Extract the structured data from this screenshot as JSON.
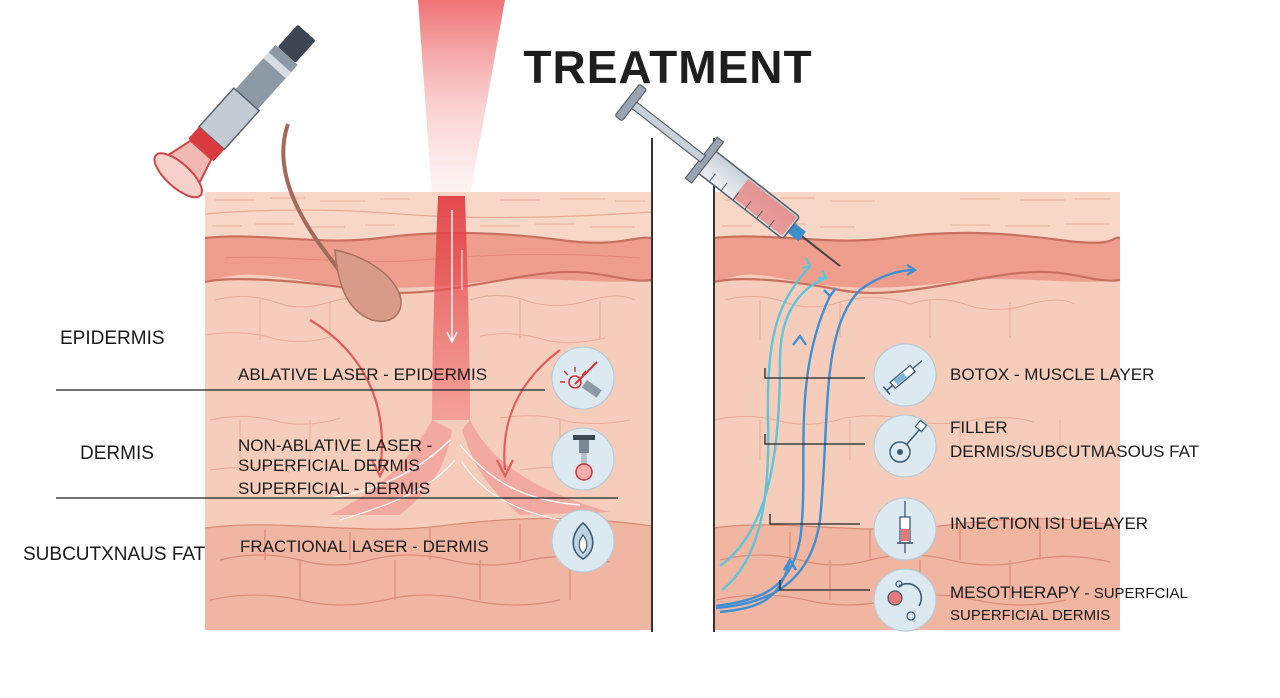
{
  "title": "TREATMENT",
  "layers": {
    "epidermis": "EPIDERMIS",
    "dermis": "DERMIS",
    "subcutaneous": "SUBCUTXNAUS FAT"
  },
  "left_treatments": {
    "ablative": "ABLATIVE LASER - EPIDERMIS",
    "nonablative_1": "NON-ABLATIVE LASER -",
    "nonablative_2": "SUPERFICIAL DERMIS",
    "nonablative_3": "SUPERFICIAL - DERMIS",
    "fractional": "FRACTIONAL LASER - DERMIS"
  },
  "right_treatments": {
    "botox": "BOTOX - MUSCLE LAYER",
    "filler_1": "FILLER",
    "filler_2": "DERMIS/SUBCUTMASOUS FAT",
    "injection": "INJECTION ISI UELAYER",
    "meso_bold": "MESOTHERAPY",
    "meso_rest": " - SUPERFCIAL",
    "meso_2": "SUPERFICIAL DERMIS"
  },
  "colors": {
    "skin_top": "#f7d3c0",
    "skin_dermis": "#f6cdbb",
    "fat": "#f0b9a6",
    "laser_red": "#e8464a",
    "arrow_blue": "#3f8fd4",
    "arrow_cyan": "#5fc4d9",
    "icon_bg": "#dde9f1"
  },
  "icons": [
    "laser-handpiece-icon",
    "ablative-laser-icon",
    "nonablative-laser-icon",
    "fractional-laser-icon",
    "syringe-icon",
    "botox-syringe-icon",
    "filler-icon",
    "injection-icon",
    "mesotherapy-icon"
  ]
}
